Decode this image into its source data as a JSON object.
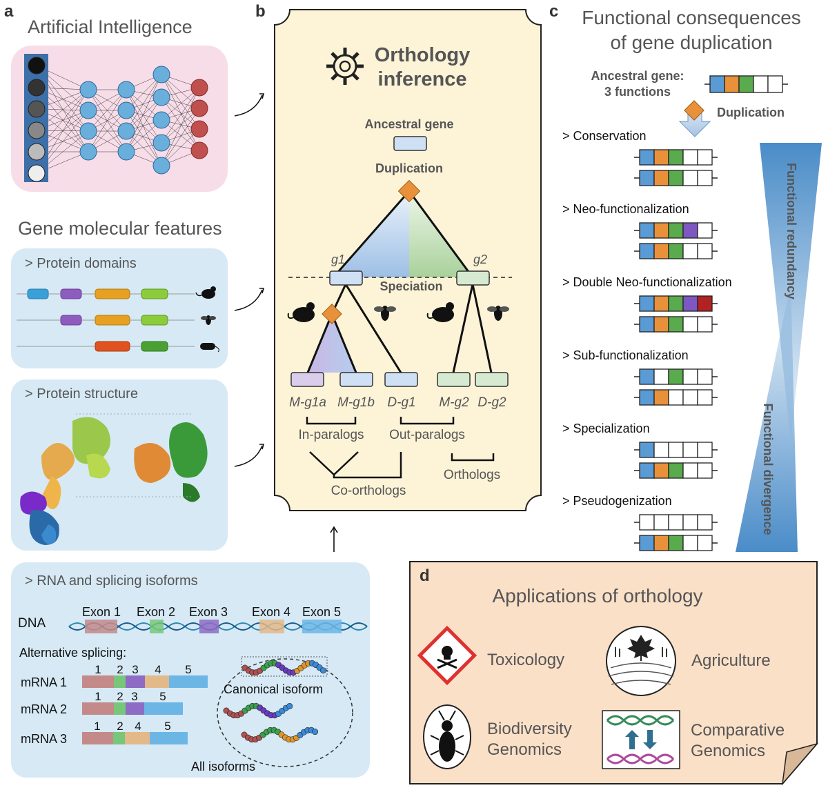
{
  "panel_a": {
    "letter": "a",
    "ai_title": "Artificial Intelligence",
    "features_title": "Gene molecular features",
    "domains_label": "> Protein domains",
    "structure_label": "> Protein structure",
    "rna_label": "> RNA and splicing isoforms",
    "dna_label": "DNA",
    "exons": [
      "Exon 1",
      "Exon 2",
      "Exon 3",
      "Exon 4",
      "Exon 5"
    ],
    "alt_splicing": "Alternative splicing:",
    "mrnas": [
      {
        "name": "mRNA 1",
        "exon_numbers": [
          "1",
          "2",
          "3",
          "4",
          "5"
        ]
      },
      {
        "name": "mRNA 2",
        "exon_numbers": [
          "1",
          "2",
          "3",
          "5"
        ]
      },
      {
        "name": "mRNA 3",
        "exon_numbers": [
          "1",
          "2",
          "4",
          "5"
        ]
      }
    ],
    "canonical_isoform": "Canonical isoform",
    "all_isoforms": "All isoforms",
    "colors": {
      "ai_bg": "#f7dde8",
      "feature_bg": "#d6e9f5",
      "neuron_input": [
        "#111111",
        "#333333",
        "#555555",
        "#888888",
        "#bbbbbb",
        "#eeeeee"
      ],
      "neuron_hidden": "#6aaedc",
      "neuron_output": "#c0504d",
      "exon_colors": [
        "#c48a8a",
        "#77c77a",
        "#8e6bc4",
        "#e3b98a",
        "#6cb6e6"
      ]
    }
  },
  "panel_b": {
    "letter": "b",
    "title_line1": "Orthology",
    "title_line2": "inference",
    "ancestral_gene": "Ancestral gene",
    "duplication": "Duplication",
    "g1": "g1",
    "g2": "g2",
    "speciation": "Speciation",
    "genes": [
      "M-g1a",
      "M-g1b",
      "D-g1",
      "M-g2",
      "D-g2"
    ],
    "in_paralogs": "In-paralogs",
    "out_paralogs": "Out-paralogs",
    "co_orthologs": "Co-orthologs",
    "orthologs": "Orthologs",
    "colors": {
      "bg": "#fdf4d8",
      "duplication": "#e8913a",
      "g1": "#cfe0f5",
      "g2": "#d6ead2",
      "mgene": "#d9cdeb"
    }
  },
  "panel_c": {
    "letter": "c",
    "title_line1": "Functional consequences",
    "title_line2": "of gene duplication",
    "ancestral_line1": "Ancestral gene:",
    "ancestral_line2": "3 functions",
    "duplication": "Duplication",
    "scenarios": [
      {
        "label": "> Conservation",
        "genes": [
          [
            "blue",
            "orange",
            "green",
            "white",
            "white"
          ],
          [
            "blue",
            "orange",
            "green",
            "white",
            "white"
          ]
        ]
      },
      {
        "label": "> Neo-functionalization",
        "genes": [
          [
            "blue",
            "orange",
            "green",
            "purple",
            "white"
          ],
          [
            "blue",
            "orange",
            "green",
            "white",
            "white"
          ]
        ]
      },
      {
        "label": "> Double Neo-functionalization",
        "genes": [
          [
            "blue",
            "orange",
            "green",
            "purple",
            "red"
          ],
          [
            "blue",
            "orange",
            "green",
            "white",
            "white"
          ]
        ]
      },
      {
        "label": "> Sub-functionalization",
        "genes": [
          [
            "blue",
            "white",
            "green",
            "white",
            "white"
          ],
          [
            "blue",
            "orange",
            "white",
            "white",
            "white"
          ]
        ]
      },
      {
        "label": "> Specialization",
        "genes": [
          [
            "blue",
            "white",
            "white",
            "white",
            "white"
          ],
          [
            "blue",
            "orange",
            "green",
            "white",
            "white"
          ]
        ]
      },
      {
        "label": "> Pseudogenization",
        "genes": [
          [
            "white",
            "white",
            "white",
            "white",
            "white"
          ],
          [
            "blue",
            "orange",
            "green",
            "white",
            "white"
          ]
        ]
      }
    ],
    "redundancy": "Functional redundancy",
    "divergence": "Functional divergence",
    "colors": {
      "blue": "#5b9bd5",
      "orange": "#e8913a",
      "green": "#5aaa4e",
      "purple": "#7e57c2",
      "red": "#b22222",
      "white": "#ffffff"
    }
  },
  "panel_d": {
    "letter": "d",
    "title": "Applications of orthology",
    "apps": [
      "Toxicology",
      "Agriculture",
      "Biodiversity",
      "Genomics",
      "Comparative",
      "Genomics"
    ],
    "colors": {
      "bg": "#fbe0c8",
      "fold": "#d8b898",
      "tox_red": "#e03030",
      "dna_green": "#3a8a5a",
      "dna_pink": "#b04a9a",
      "arrow": "#2f6f8f"
    }
  }
}
